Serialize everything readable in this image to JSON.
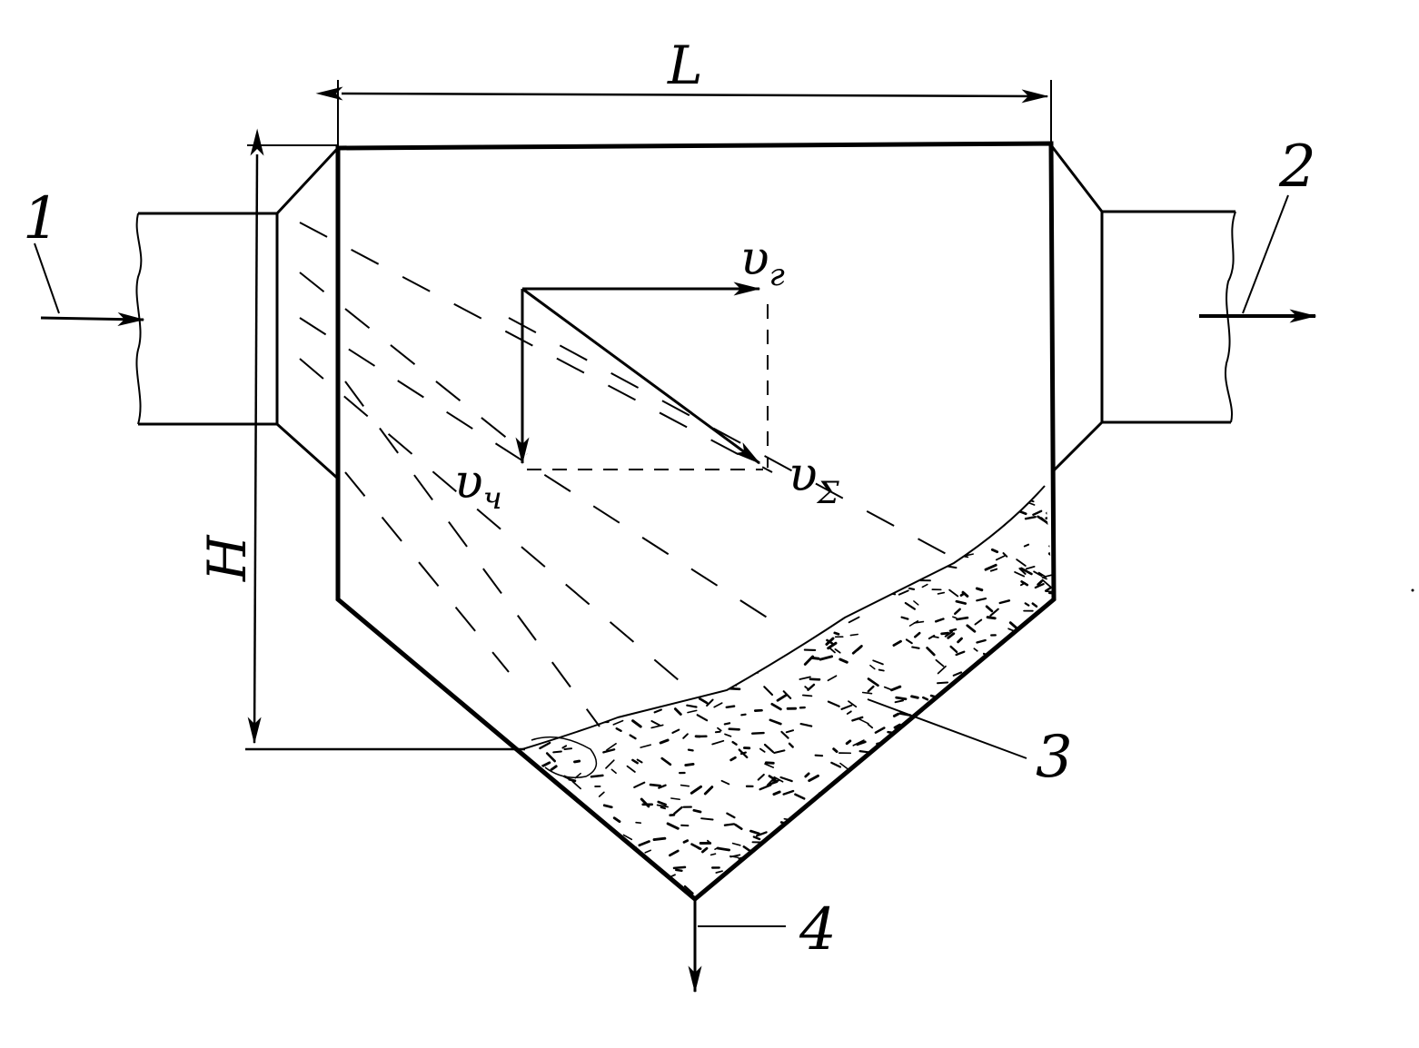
{
  "dimensions": {
    "length": "L",
    "height": "H"
  },
  "velocities": {
    "gas": {
      "symbol": "υ",
      "subscript": "г"
    },
    "particle": {
      "symbol": "υ",
      "subscript": "ч"
    },
    "resultant": {
      "symbol": "υ",
      "subscript": "Σ"
    }
  },
  "callouts": {
    "inlet": "1",
    "outlet": "2",
    "sediment": "3",
    "discharge": "4"
  },
  "colors": {
    "ink": "#000000",
    "paper": "#ffffff"
  }
}
